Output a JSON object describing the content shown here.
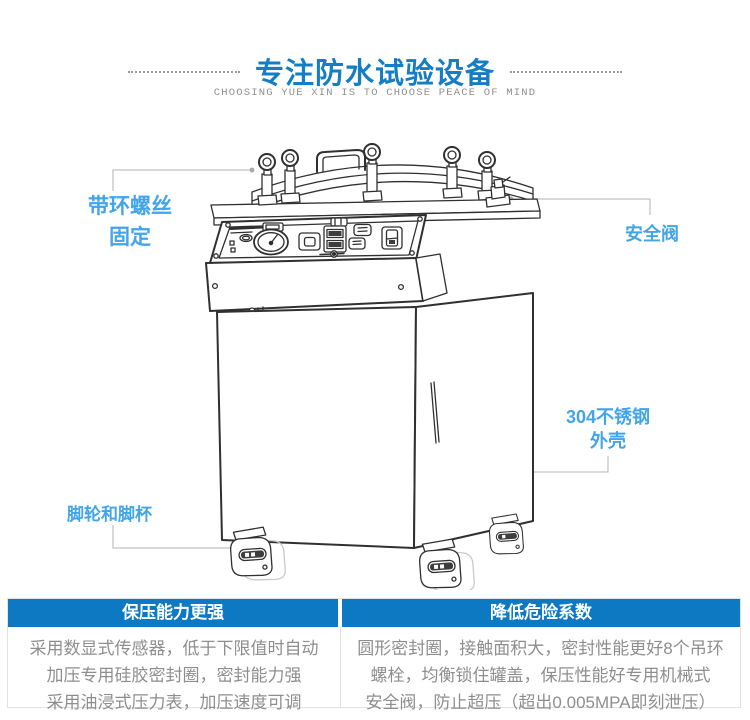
{
  "header": {
    "title": "专注防水试验设备",
    "subtitle": "CHOOSING YUE XIN IS TO CHOOSE PEACE OF MIND"
  },
  "diagram": {
    "callouts": {
      "ring_screw": {
        "line1": "带环螺丝",
        "line2": "固定"
      },
      "safety_valve": {
        "label": "安全阀"
      },
      "stainless_shell": {
        "line1": "304不锈钢",
        "line2": "外壳"
      },
      "casters": {
        "label": "脚轮和脚杯"
      }
    }
  },
  "features": {
    "left": {
      "title": "保压能力更强",
      "lines": [
        "采用数显式传感器，低于下限值时自动",
        "加压专用硅胶密封圈，密封能力强",
        "采用油浸式压力表，加压速度可调"
      ]
    },
    "right": {
      "title": "降低危险系数",
      "lines": [
        "圆形密封圈，接触面积大，密封性能更好8个吊环",
        "螺栓，均衡锁住罐盖，保压性能好专用机械式",
        "安全阀，防止超压（超出0.005MPA即刻泄压）"
      ]
    }
  },
  "colors": {
    "title_blue": "#157dc3",
    "label_blue": "#42a4e9",
    "header_bar_blue": "#0d79c3",
    "body_text_gray": "#8e8e8e",
    "callout_line_gray": "#b3b3b3"
  }
}
